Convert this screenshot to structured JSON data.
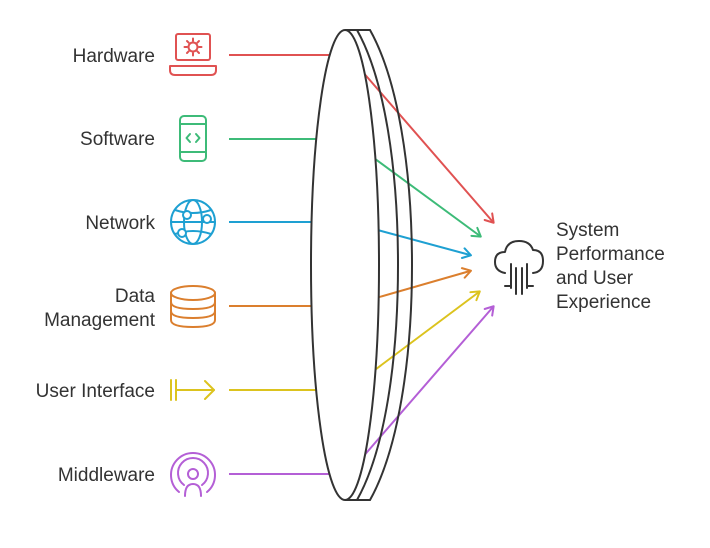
{
  "inputs": [
    {
      "label_lines": [
        "Hardware"
      ],
      "color": "#e05252",
      "icon": "laptop-gear-icon"
    },
    {
      "label_lines": [
        "Software"
      ],
      "color": "#3dbb78",
      "icon": "smartphone-code-icon"
    },
    {
      "label_lines": [
        "Network"
      ],
      "color": "#1ea0d2",
      "icon": "globe-network-icon"
    },
    {
      "label_lines": [
        "Data",
        "Management"
      ],
      "color": "#db7f2e",
      "icon": "database-icon"
    },
    {
      "label_lines": [
        "User Interface"
      ],
      "color": "#dcc31e",
      "icon": "interface-arrow-icon"
    },
    {
      "label_lines": [
        "Middleware"
      ],
      "color": "#b45fd6",
      "icon": "broadcast-user-icon"
    }
  ],
  "output": {
    "label_lines": [
      "System",
      "Performance",
      "and User",
      "Experience"
    ],
    "icon": "cloud-circuit-icon",
    "color": "#333333"
  },
  "lens": {
    "icon": "lens-disc",
    "stroke": "#333333"
  }
}
